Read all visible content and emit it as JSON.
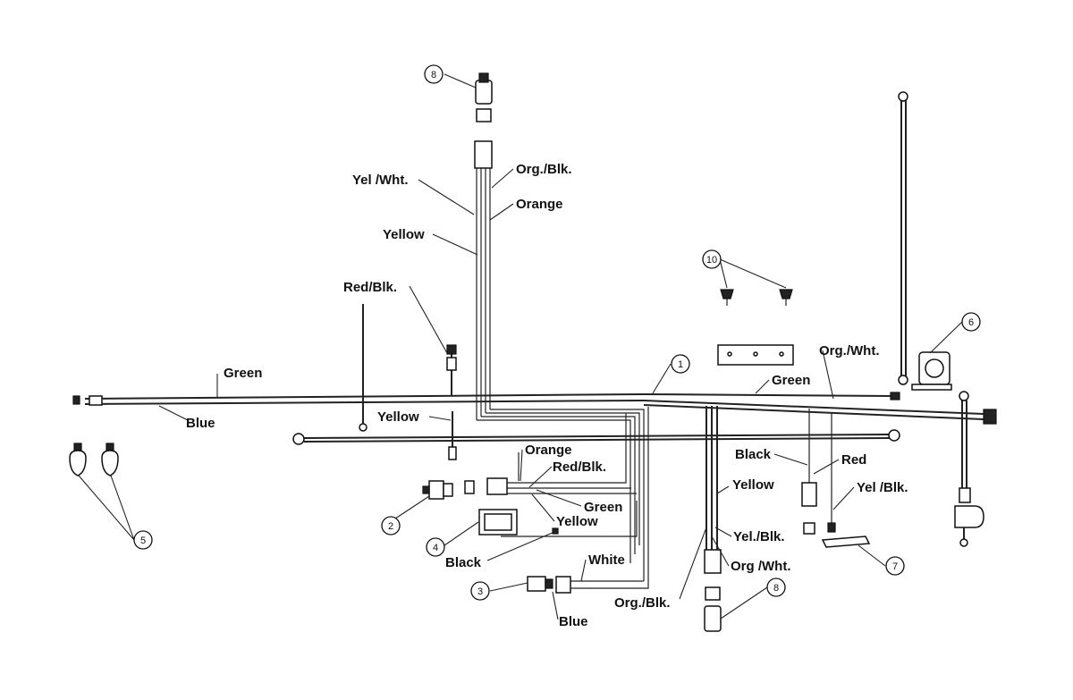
{
  "wire_labels": {
    "yel_wht": "Yel /Wht.",
    "org_blk_top": "Org./Blk.",
    "orange_top": "Orange",
    "yellow_top": "Yellow",
    "red_blk_left": "Red/Blk.",
    "green_left": "Green",
    "blue_left": "Blue",
    "yellow_mid": "Yellow",
    "orange_mid": "Orange",
    "red_blk_mid": "Red/Blk.",
    "green_mid": "Green",
    "yellow_switch": "Yellow",
    "black_relay": "Black",
    "white": "White",
    "blue_bottom": "Blue",
    "org_blk_bottom": "Org./Blk.",
    "org_wht_right": "Org./Wht.",
    "green_right": "Green",
    "black_right": "Black",
    "red_right": "Red",
    "yellow_right": "Yellow",
    "yel_blk_right": "Yel /Blk.",
    "yel_blk_mid": "Yel./Blk.",
    "org_wht_bottom": "Org /Wht."
  },
  "callouts": {
    "c1": "1",
    "c2": "2",
    "c3": "3",
    "c4": "4",
    "c5": "5",
    "c6": "6",
    "c7": "7",
    "c8_top": "8",
    "c8_bottom": "8",
    "c10": "10"
  }
}
